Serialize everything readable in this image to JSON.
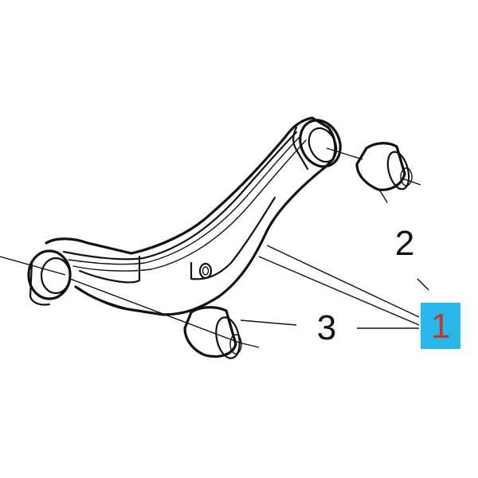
{
  "callouts": [
    {
      "id": "1",
      "text": "1",
      "highlighted": true
    },
    {
      "id": "2",
      "text": "2",
      "highlighted": false
    },
    {
      "id": "3",
      "text": "3",
      "highlighted": false
    }
  ],
  "colors": {
    "highlight_background": "#29b6e8",
    "highlight_text": "#c0392b",
    "line": "#111111",
    "background": "#ffffff"
  }
}
